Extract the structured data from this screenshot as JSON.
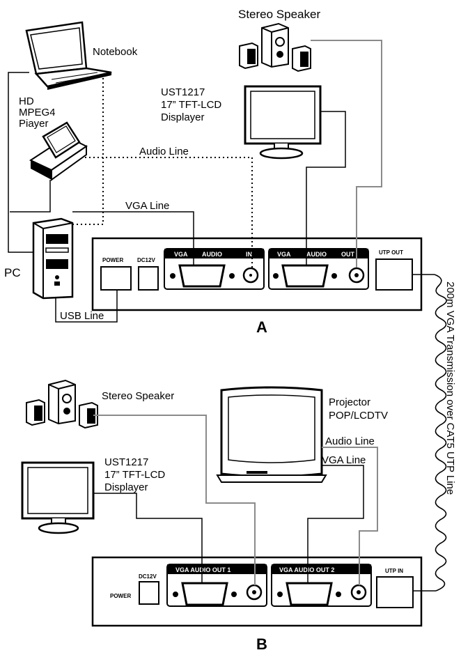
{
  "labels": {
    "notebook": "Notebook",
    "hd_player_1": "HD",
    "hd_player_2": "MPEG4",
    "hd_player_3": "Piayer",
    "pc": "PC",
    "stereo_speaker_top": "Stereo  Speaker",
    "monitor_top_1": "UST1217",
    "monitor_top_2": "17” TFT-LCD",
    "monitor_top_3": "Displayer",
    "audio_line_top": "Audio Line",
    "vga_line_top": "VGA Line",
    "usb_line": "USB Line",
    "unit_a": "A",
    "unit_b": "B",
    "transmission": "200m VGA Transmission over CAT5 UTP Line",
    "stereo_speaker_bottom": "Stereo  Speaker",
    "projector_1": "Projector",
    "projector_2": "POP/LCDTV",
    "audio_line_bottom": "Audio Line",
    "vga_line_bottom": "VGA Line",
    "monitor_bottom_1": "UST1217",
    "monitor_bottom_2": "17” TFT-LCD",
    "monitor_bottom_3": "Displayer"
  },
  "unit_a": {
    "power": "POWER",
    "dc": "DC12V",
    "in_vga": "VGA",
    "in_audio": "AUDIO",
    "in_label": "IN",
    "out_vga": "VGA",
    "out_audio": "AUDIO",
    "out_label": "OUT",
    "utp_out": "UTP OUT"
  },
  "unit_b": {
    "dc": "DC12V",
    "power": "POWER",
    "out1": "VGA  AUDIO  OUT 1",
    "out2": "VGA  AUDIO  OUT 2",
    "utp_in": "UTP  IN"
  }
}
